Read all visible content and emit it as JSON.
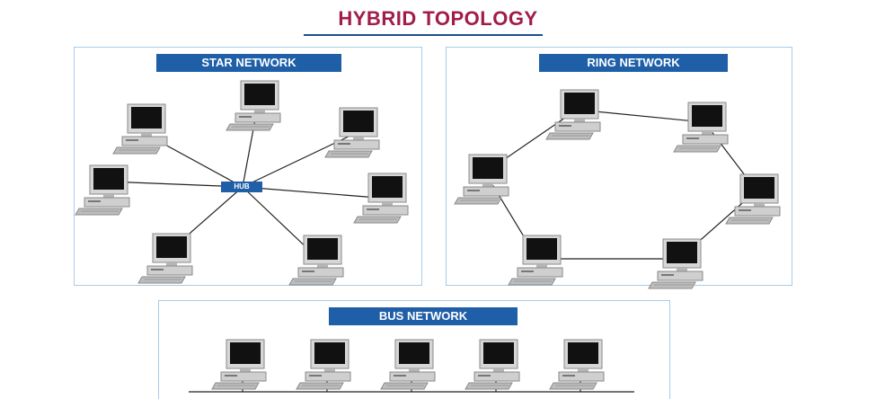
{
  "title": "HYBRID TOPOLOGY",
  "panels": {
    "star": {
      "label": "STAR NETWORK",
      "hub_label": "HUB"
    },
    "ring": {
      "label": "RING NETWORK"
    },
    "bus": {
      "label": "BUS NETWORK"
    }
  },
  "colors": {
    "title": "#a01c4a",
    "label_bg": "#1f5fa8",
    "panel_border": "#a9cbe6",
    "line": "#222222"
  },
  "icons": [
    "computer-icon"
  ]
}
